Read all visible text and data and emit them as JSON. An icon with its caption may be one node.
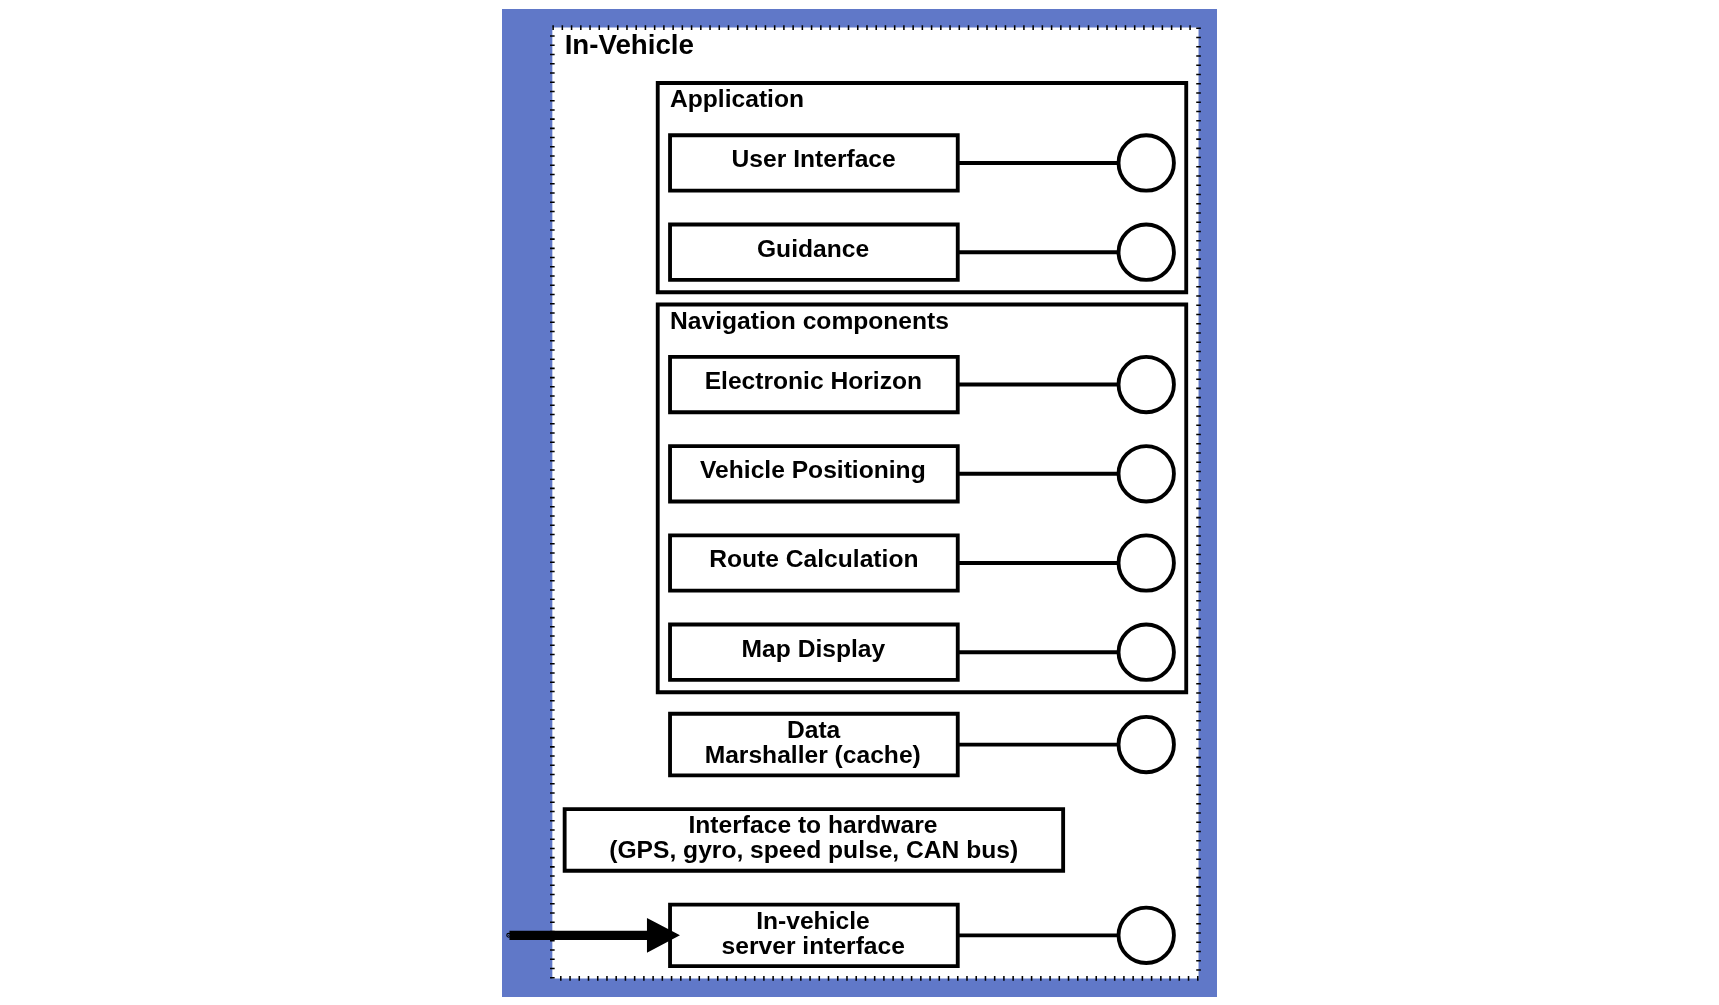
{
  "diagram": {
    "nodes": [
      {
        "text": [
          "In-Vehicle"
        ]
      },
      {
        "text": [
          "Application"
        ],
        "in": 0
      },
      {
        "text": [
          "User Interface"
        ],
        "in": 1
      },
      {
        "text": [],
        "shape": "circle",
        "in": 1
      },
      {
        "text": [
          "Guidance"
        ],
        "in": 1
      },
      {
        "text": [],
        "shape": "circle",
        "in": 1
      },
      {
        "text": [
          "Navigation components"
        ],
        "in": 0
      },
      {
        "text": [
          "Electronic Horizon"
        ],
        "in": 6
      },
      {
        "text": [],
        "shape": "circle",
        "in": 6
      },
      {
        "text": [
          "Vehicle Positioning"
        ],
        "in": 6
      },
      {
        "text": [],
        "shape": "circle",
        "in": 6
      },
      {
        "text": [
          "Route Calculation"
        ],
        "in": 6
      },
      {
        "text": [],
        "shape": "circle",
        "in": 6
      },
      {
        "text": [
          "Map Display"
        ],
        "in": 6
      },
      {
        "text": [],
        "shape": "circle",
        "in": 6
      },
      {
        "text": [
          "Data Marshaller (cache)"
        ],
        "in": 0
      },
      {
        "text": [],
        "shape": "circle",
        "in": 0
      },
      {
        "text": [
          "Interface to hardware (GPS, gyro, speed pulse, CAN bus)"
        ],
        "in": 0
      },
      {
        "text": [
          "In-vehicle server interface"
        ],
        "in": 0
      },
      {
        "text": [],
        "shape": "circle",
        "in": 0
      }
    ],
    "edges": [
      {
        "from": 2,
        "to": 3,
        "arrow": "none"
      },
      {
        "from": 4,
        "to": 5,
        "arrow": "none"
      },
      {
        "from": 7,
        "to": 8,
        "arrow": "none"
      },
      {
        "from": 9,
        "to": 10,
        "arrow": "none"
      },
      {
        "from": 11,
        "to": 12,
        "arrow": "none"
      },
      {
        "from": 13,
        "to": 14,
        "arrow": "none"
      },
      {
        "from": 15,
        "to": 16,
        "arrow": "none"
      },
      {
        "from": 18,
        "to": 19,
        "arrow": "none"
      },
      {
        "from": null,
        "to": 18,
        "arrow": "to",
        "style": "thick"
      }
    ]
  }
}
